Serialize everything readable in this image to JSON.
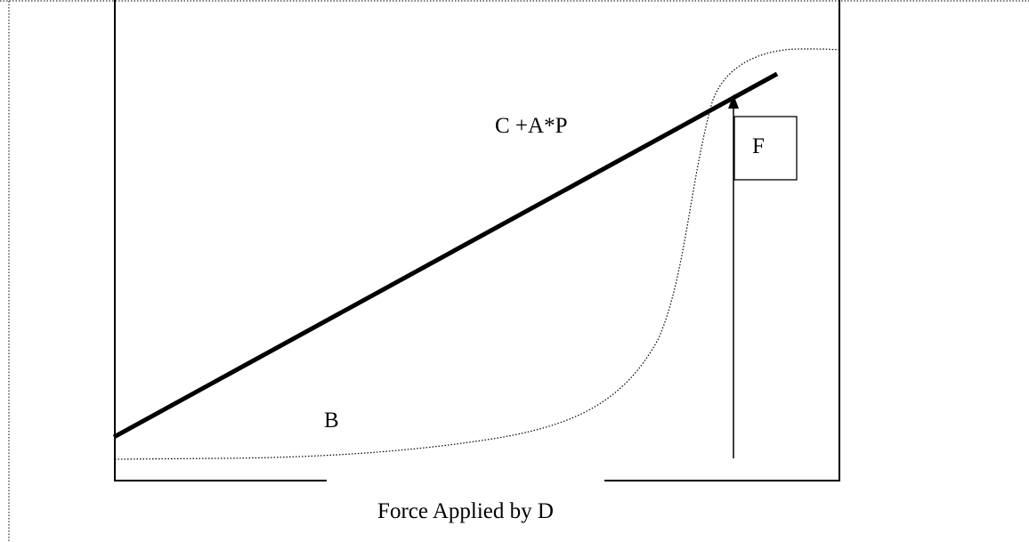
{
  "diagram": {
    "line_label": "C +A*P",
    "curve_label": "B",
    "box_label": "F",
    "axis_label": "Force Applied by D"
  },
  "colors": {
    "stroke": "#000000",
    "background": "#ffffff"
  }
}
